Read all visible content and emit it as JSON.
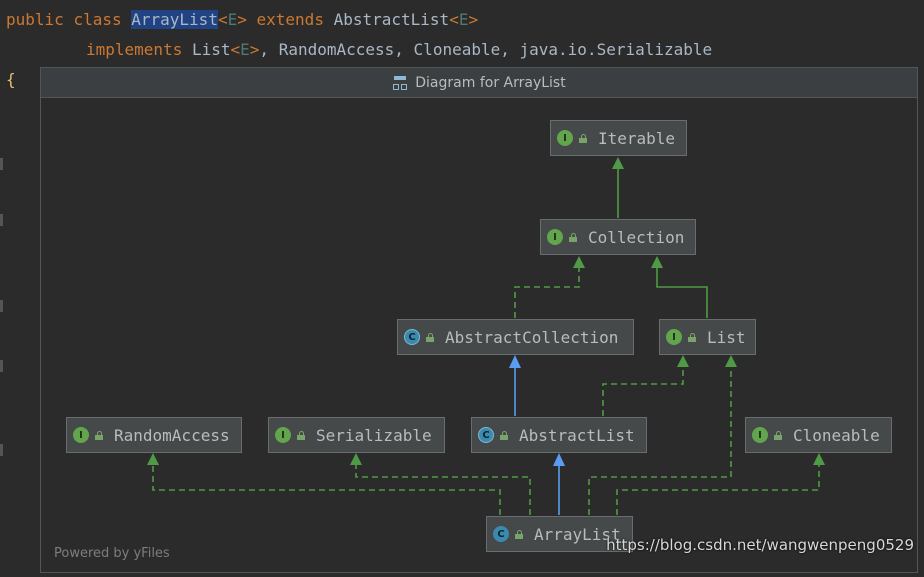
{
  "code": {
    "line1": {
      "kw1": "public",
      "kw2": "class",
      "name": "ArrayList",
      "lt": "<",
      "tparam": "E",
      "gt": ">",
      "kw3": "extends",
      "super": "AbstractList",
      "tparam2": "E"
    },
    "line2": {
      "kw": "implements",
      "i1": "List",
      "tparam": "E",
      "rest": ", RandomAccess, Cloneable, java.io.Serializable"
    },
    "brace": "{"
  },
  "panel": {
    "title": "Diagram for ArrayList",
    "powered_by": "Powered by yFiles"
  },
  "nodes": [
    {
      "name": "Iterable",
      "kind": "interface",
      "badge": "I"
    },
    {
      "name": "Collection",
      "kind": "interface",
      "badge": "I"
    },
    {
      "name": "AbstractCollection",
      "kind": "abstract",
      "badge": "C"
    },
    {
      "name": "List",
      "kind": "interface",
      "badge": "I"
    },
    {
      "name": "RandomAccess",
      "kind": "interface",
      "badge": "I"
    },
    {
      "name": "Serializable",
      "kind": "interface",
      "badge": "I"
    },
    {
      "name": "AbstractList",
      "kind": "abstract",
      "badge": "C"
    },
    {
      "name": "Cloneable",
      "kind": "interface",
      "badge": "I"
    },
    {
      "name": "ArrayList",
      "kind": "class",
      "badge": "C"
    }
  ],
  "edge_colors": {
    "implements": "#4f9a44",
    "extends": "#5a9cf2"
  },
  "watermark": "https://blog.csdn.net/wangwenpeng0529"
}
